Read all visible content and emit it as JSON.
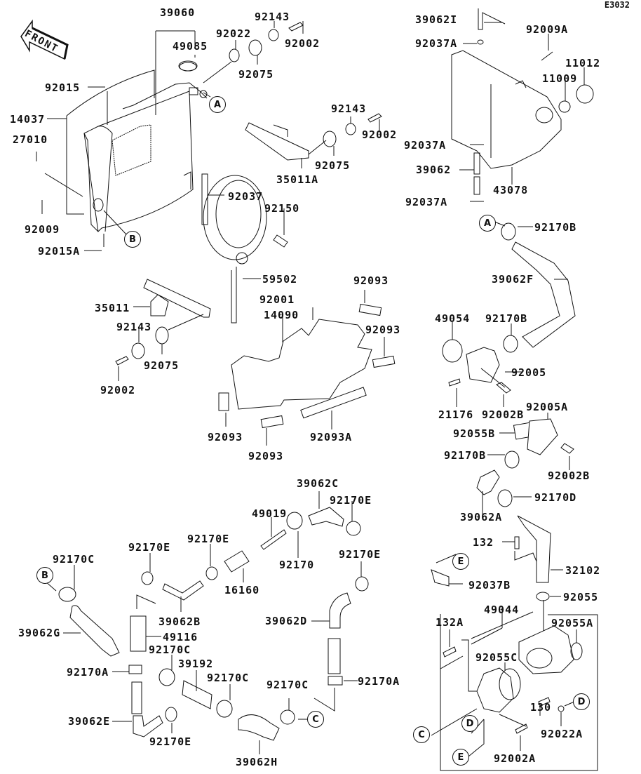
{
  "diagram": {
    "figure_code": "E3032",
    "direction_indicator": "FRONT",
    "callouts": [
      "A",
      "B",
      "C",
      "D",
      "E"
    ],
    "part_labels": [
      "39060",
      "49085",
      "92022",
      "92143",
      "92002",
      "92075",
      "92015",
      "14037",
      "27010",
      "92009",
      "92015A",
      "35011A",
      "92143",
      "92002",
      "92075",
      "39062I",
      "92037A",
      "92009A",
      "11012",
      "11009",
      "92037A",
      "39062",
      "92037A",
      "43078",
      "92037",
      "92150",
      "59502",
      "35011",
      "92143",
      "92075",
      "92002",
      "92001",
      "14090",
      "92093",
      "92093",
      "92093",
      "92093",
      "92093A",
      "92170B",
      "39062F",
      "49054",
      "92170B",
      "92005",
      "21176",
      "92002B",
      "92005A",
      "92055B",
      "92170B",
      "92002B",
      "39062A",
      "92170D",
      "132",
      "32102",
      "92037B",
      "92055",
      "49044",
      "132A",
      "92055A",
      "92055C",
      "130",
      "92022A",
      "92002A",
      "39062C",
      "49019",
      "92170E",
      "92170",
      "92170E",
      "16160",
      "92170E",
      "92170C",
      "92170E",
      "39062B",
      "39062G",
      "49116",
      "92170C",
      "92170A",
      "39192",
      "92170C",
      "92170C",
      "39062D",
      "92170A",
      "39062E",
      "92170E",
      "39062H"
    ]
  }
}
